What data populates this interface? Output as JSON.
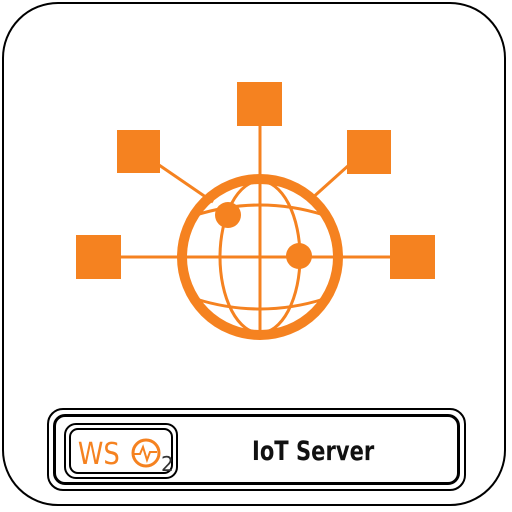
{
  "icon": {
    "name": "iot-network-globe-icon",
    "accent_color": "#f58220"
  },
  "brand": {
    "logo_name": "wso2-logo",
    "letters": "WS",
    "o_letter": "O",
    "subscript": "2"
  },
  "product": {
    "name": "IoT Server"
  },
  "colors": {
    "outline": "#000000",
    "background": "#ffffff",
    "text": "#111111"
  }
}
